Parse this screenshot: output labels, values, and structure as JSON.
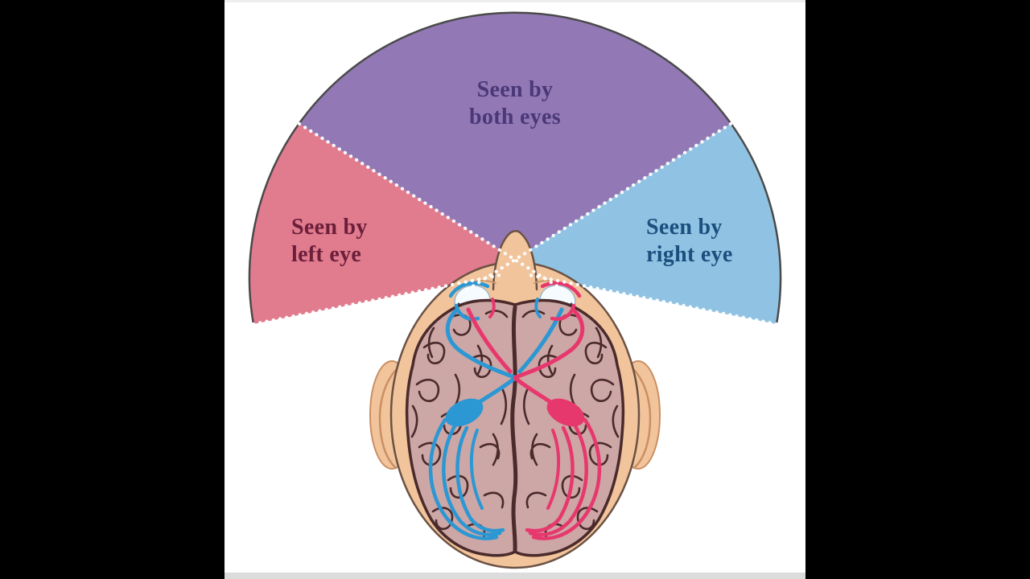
{
  "labels": {
    "both": {
      "line1": "Seen by",
      "line2": "both eyes"
    },
    "left": {
      "line1": "Seen by",
      "line2": "left eye"
    },
    "right": {
      "line1": "Seen by",
      "line2": "right eye"
    }
  },
  "colors": {
    "background": "#000000",
    "panel": "#ffffff",
    "bottom-strip": "#dcdcdc",
    "sector-left": "#e17b8e",
    "sector-both": "#9279b5",
    "sector-right": "#90c3e3",
    "label-left": "#6b1f3a",
    "label-both": "#4a3878",
    "label-right": "#1c4f7e",
    "arc-outline": "#4a4a4a",
    "dots": "#ffffff",
    "skin": "#f2c49c",
    "skin-outline": "#6b5244",
    "ear-line": "#c98f63",
    "brain-fill": "#cda7a6",
    "brain-outline": "#4a2a2b",
    "eye-white": "#f6fbff",
    "pathway-blue": "#2b97d3",
    "pathway-pink": "#e7386e"
  }
}
